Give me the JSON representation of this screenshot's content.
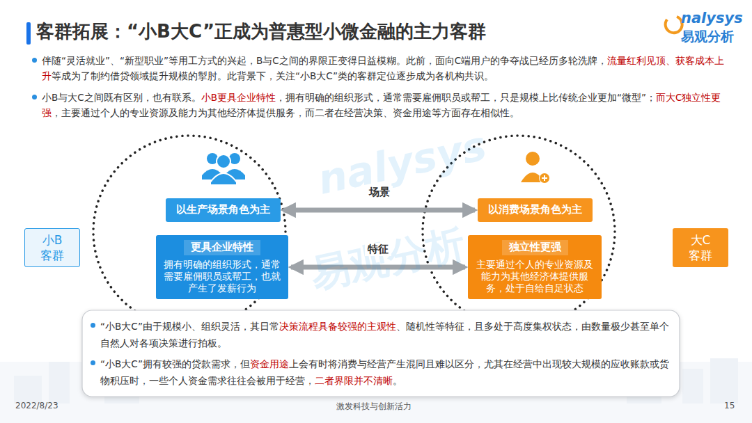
{
  "diagram": {
    "title": "客群拓展：“小B大C”正成为普惠型小微金融的主力客群",
    "nodes": [
      {
        "text": [
          "小B 客群"
        ]
      },
      {
        "text": [
          "以生产场景角色为主"
        ]
      },
      {
        "text": [
          "更具企业特性",
          "拥有明确的组织形式，通常需要雇佣职员或帮工，也就产生了发薪行为"
        ]
      },
      {
        "text": [
          "以消费场景角色为主"
        ]
      },
      {
        "text": [
          "独立性更强",
          "主要通过个人的专业资源及能力为其他经济体提供服务，处于自给自足状态"
        ]
      },
      {
        "text": [
          "大C 客群"
        ]
      },
      {
        "text": [
          "“小B大C”由于规模小、组织灵活，其日常",
          "决策流程具备较强的主观性",
          "、随机性等特征，且多处于高度集权状态，由数量极少甚至单个自然人对各项决策进行拍板。",
          "“小B大C”拥有较强的贷款需求，但",
          "资金用途",
          "上会有时将消费与经营产生混同且难以区分，尤其在经营中出现较大规模的应收账款或货物积压时，一些个人资金需求往往会被用于经营，",
          "二者界限并不清晰",
          "。"
        ]
      }
    ],
    "edges": [
      {
        "from": 1,
        "to": 3,
        "label": "场景",
        "arrow": "both"
      },
      {
        "from": 2,
        "to": 4,
        "label": "特征",
        "arrow": "both"
      }
    ],
    "labels": [
      "nalysys",
      "易观分析",
      "伴随“灵活就业”、“新型职业”等用工方式的兴起，B与C之间的界限正变得日益模糊。此前，面向C端用户的争夺战已经历多轮洗牌，",
      "流量红利见顶、获客成本上升",
      "等成为了制约借贷领域提升规模的掣肘。此背景下，关注“小B大C”类的客群定位逐步成为各机构共识。",
      "小B与大C之间既有区别，也有联系。",
      "小B更具企业特性",
      "，拥有明确的组织形式，通常需要雇佣职员或帮工，只是规模上比传统企业更加“微型”；",
      "而大C独立性更强",
      "，主要通过个人的专业资源及能力为其他经济体提供服务，而二者在经营决策、资金用途等方面存在相似性。",
      "nalysys",
      "易观分析",
      "2022/8/23",
      "激发科技与创新活力",
      "15"
    ]
  }
}
